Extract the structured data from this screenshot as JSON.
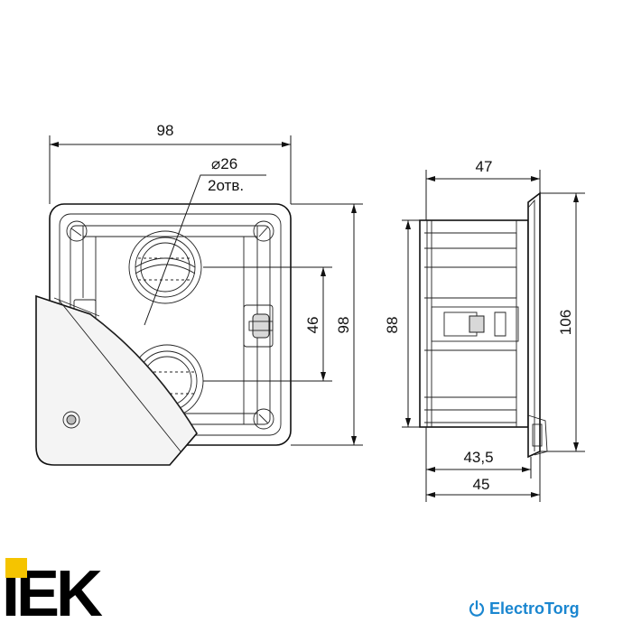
{
  "dimensions": {
    "front_width": "98",
    "front_height": "98",
    "hole_spacing": "46",
    "hole_diameter": "⌀26",
    "hole_count": "2отв.",
    "side_depth": "47",
    "side_body_height": "88",
    "side_flange_height": "106",
    "side_inner_depth": "43,5",
    "side_outer_depth": "45"
  },
  "logos": {
    "brand": "IEK",
    "retailer": "ElectroTorg"
  },
  "colors": {
    "brand_yellow": "#f5c400",
    "retailer_blue": "#1a86d0"
  },
  "icons": {
    "retailer_icon": "power-icon"
  }
}
